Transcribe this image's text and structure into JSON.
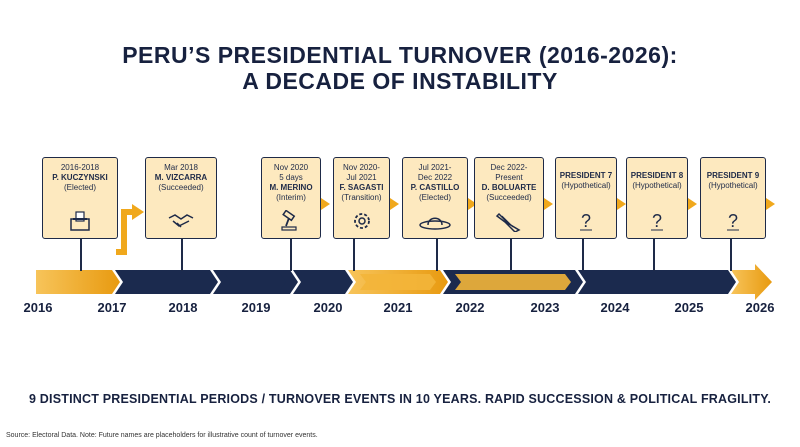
{
  "title_line1": "PERU’S PRESIDENTIAL TURNOVER (2016-2026):",
  "title_line2": "A DECADE OF INSTABILITY",
  "cards": [
    {
      "lines": [
        "2016-2018"
      ],
      "name": "P. KUCZYNSKI",
      "status": "(Elected)",
      "icon": "ballot-box-icon"
    },
    {
      "lines": [
        "Mar 2018"
      ],
      "name": "M. VIZCARRA",
      "status": "(Succeeded)",
      "icon": "handshake-icon"
    },
    {
      "lines": [
        "Nov 2020",
        "5 days"
      ],
      "name": "M. MERINO",
      "status": "(Interim)",
      "icon": "gavel-icon"
    },
    {
      "lines": [
        "Nov 2020-",
        "Jul 2021"
      ],
      "name": "F. SAGASTI",
      "status": "(Transition)",
      "icon": "gear-icon"
    },
    {
      "lines": [
        "Jul 2021-",
        "Dec 2022"
      ],
      "name": "P. CASTILLO",
      "status": "(Elected)",
      "icon": "hat-icon"
    },
    {
      "lines": [
        "Dec 2022-",
        "Present"
      ],
      "name": "D. BOLUARTE",
      "status": "(Succeeded)",
      "icon": "sash-icon"
    },
    {
      "lines": [],
      "name": "PRESIDENT 7",
      "status": "(Hypothetical)",
      "icon": "question-icon"
    },
    {
      "lines": [],
      "name": "PRESIDENT 8",
      "status": "(Hypothetical)",
      "icon": "question-icon"
    },
    {
      "lines": [],
      "name": "PRESIDENT 9",
      "status": "(Hypothetical)",
      "icon": "question-icon"
    }
  ],
  "years": [
    "2016",
    "2017",
    "2018",
    "2019",
    "2020",
    "2021",
    "2022",
    "2023",
    "2024",
    "2025",
    "2026"
  ],
  "summary": "9 DISTINCT PRESIDENTIAL PERIODS / TURNOVER EVENTS IN 10 YEARS. RAPID SUCCESSION & POLITICAL FRAGILITY.",
  "source": "Source: Electoral Data. Note: Future names are placeholders for illustrative count of turnover events.",
  "colors": {
    "gold": "#f0a81c",
    "navy": "#1b2a4e",
    "card": "#fde9bf"
  }
}
